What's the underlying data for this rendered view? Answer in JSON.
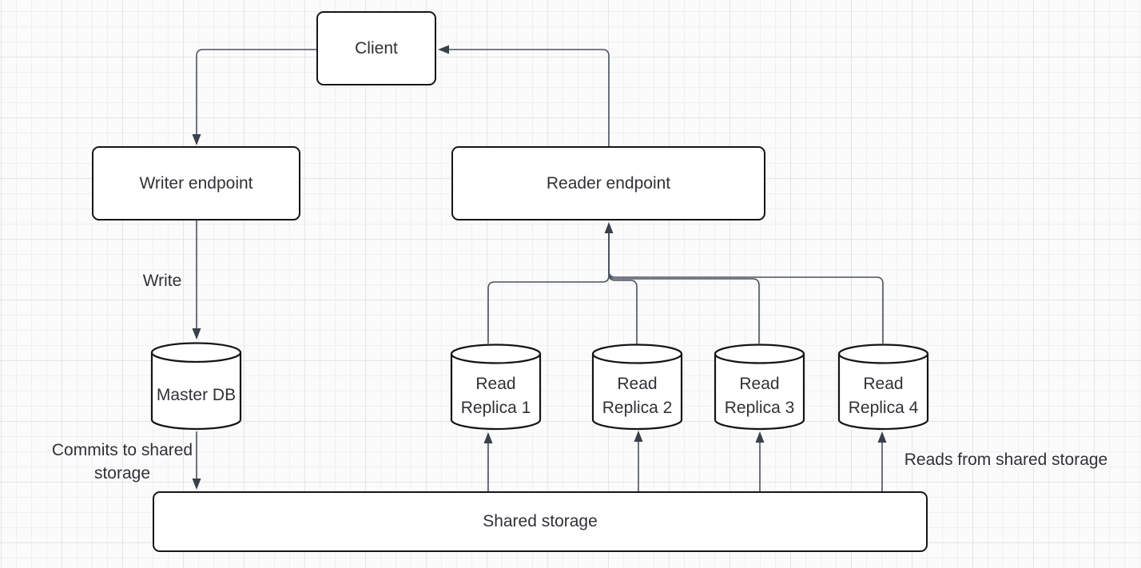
{
  "diagram": {
    "nodes": {
      "client": {
        "label": "Client"
      },
      "writer_endpoint": {
        "label": "Writer endpoint"
      },
      "reader_endpoint": {
        "label": "Reader endpoint"
      },
      "master_db": {
        "label": "Master DB"
      },
      "shared_storage": {
        "label": "Shared storage"
      },
      "replicas": [
        {
          "line1": "Read",
          "line2": "Replica 1"
        },
        {
          "line1": "Read",
          "line2": "Replica 2"
        },
        {
          "line1": "Read",
          "line2": "Replica 3"
        },
        {
          "line1": "Read",
          "line2": "Replica 4"
        }
      ]
    },
    "edge_labels": {
      "write": "Write",
      "commits_line1": "Commits to shared",
      "commits_line2": "storage",
      "reads": "Reads from shared storage"
    },
    "colors": {
      "node_border": "#141518",
      "node_fill": "#ffffff",
      "connector": "#4a515e",
      "arrowhead": "#39404a",
      "text": "#303136",
      "canvas_background": "#fbfbfb",
      "grid_minor": "#f0f0f2",
      "grid_major": "#e3e4e6"
    }
  }
}
